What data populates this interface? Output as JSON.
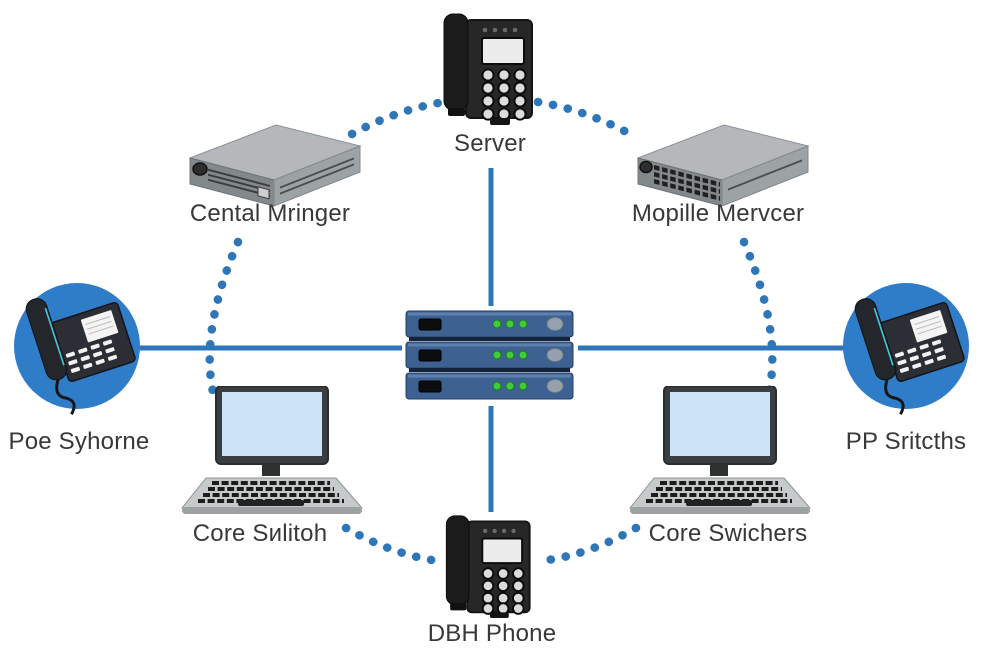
{
  "diagram": {
    "type": "network-topology",
    "background": "#ffffff",
    "colors": {
      "connection_blue": "#2e76b8",
      "circle_node_blue": "#2f7dc8",
      "rack_blue": "#3d6191",
      "led_green": "#3ecb3e",
      "label_text": "#383838",
      "screen_blue": "#cde4f7",
      "device_gray": "#b4b8bb"
    },
    "nodes": {
      "top_phone": {
        "label": "Server",
        "icon": "desk-phone-icon"
      },
      "top_left_switch": {
        "label": "Cental Mringer",
        "icon": "network-switch-icon"
      },
      "top_right_switch": {
        "label": "Mopille Mervcer",
        "icon": "network-switch-icon"
      },
      "left_phone": {
        "label": "Poe Syhorne",
        "icon": "desk-phone-circle-icon"
      },
      "center_rack": {
        "label": "",
        "icon": "server-rack-icon"
      },
      "right_phone": {
        "label": "PP Sritcths",
        "icon": "desk-phone-circle-icon"
      },
      "bottom_left_computer": {
        "label": "Core Sиlitoh",
        "icon": "desktop-computer-icon"
      },
      "bottom_right_computer": {
        "label": "Core Swichers",
        "icon": "desktop-computer-icon"
      },
      "bottom_phone": {
        "label": "DBH Phone",
        "icon": "desk-phone-icon"
      }
    },
    "connections": {
      "solid_lines": [
        [
          "left_phone",
          "center_rack"
        ],
        [
          "center_rack",
          "right_phone"
        ],
        [
          "top_phone",
          "center_rack"
        ],
        [
          "center_rack",
          "bottom_phone"
        ]
      ],
      "dotted_ring_between": [
        "top_phone",
        "top_left_switch",
        "left_phone",
        "bottom_left_computer",
        "bottom_phone",
        "bottom_right_computer",
        "right_phone",
        "top_right_switch"
      ]
    }
  }
}
